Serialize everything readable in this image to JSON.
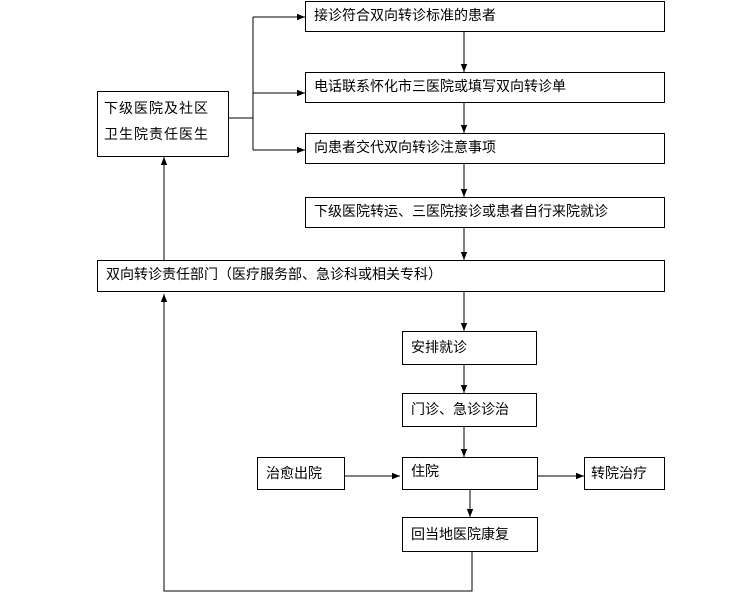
{
  "nodes": {
    "receive": "接诊符合双向转诊标准的患者",
    "phone": "电话联系怀化市三医院或填写双向转诊单",
    "inform": "向患者交代双向转诊注意事项",
    "transfer": "下级医院转运、三医院接诊或患者自行来院就诊",
    "lower_doctor": "下级医院及社区卫生院责任医生",
    "department": "双向转诊责任部门（医疗服务部、急诊科或相关专科）",
    "arrange": "安排就诊",
    "clinic": "门诊、急诊诊治",
    "discharged": "治愈出院",
    "inpatient": "住院",
    "referral": "转院治疗",
    "rehab": "回当地医院康复"
  },
  "colors": {
    "line": "#000000",
    "box_border": "#000000"
  }
}
